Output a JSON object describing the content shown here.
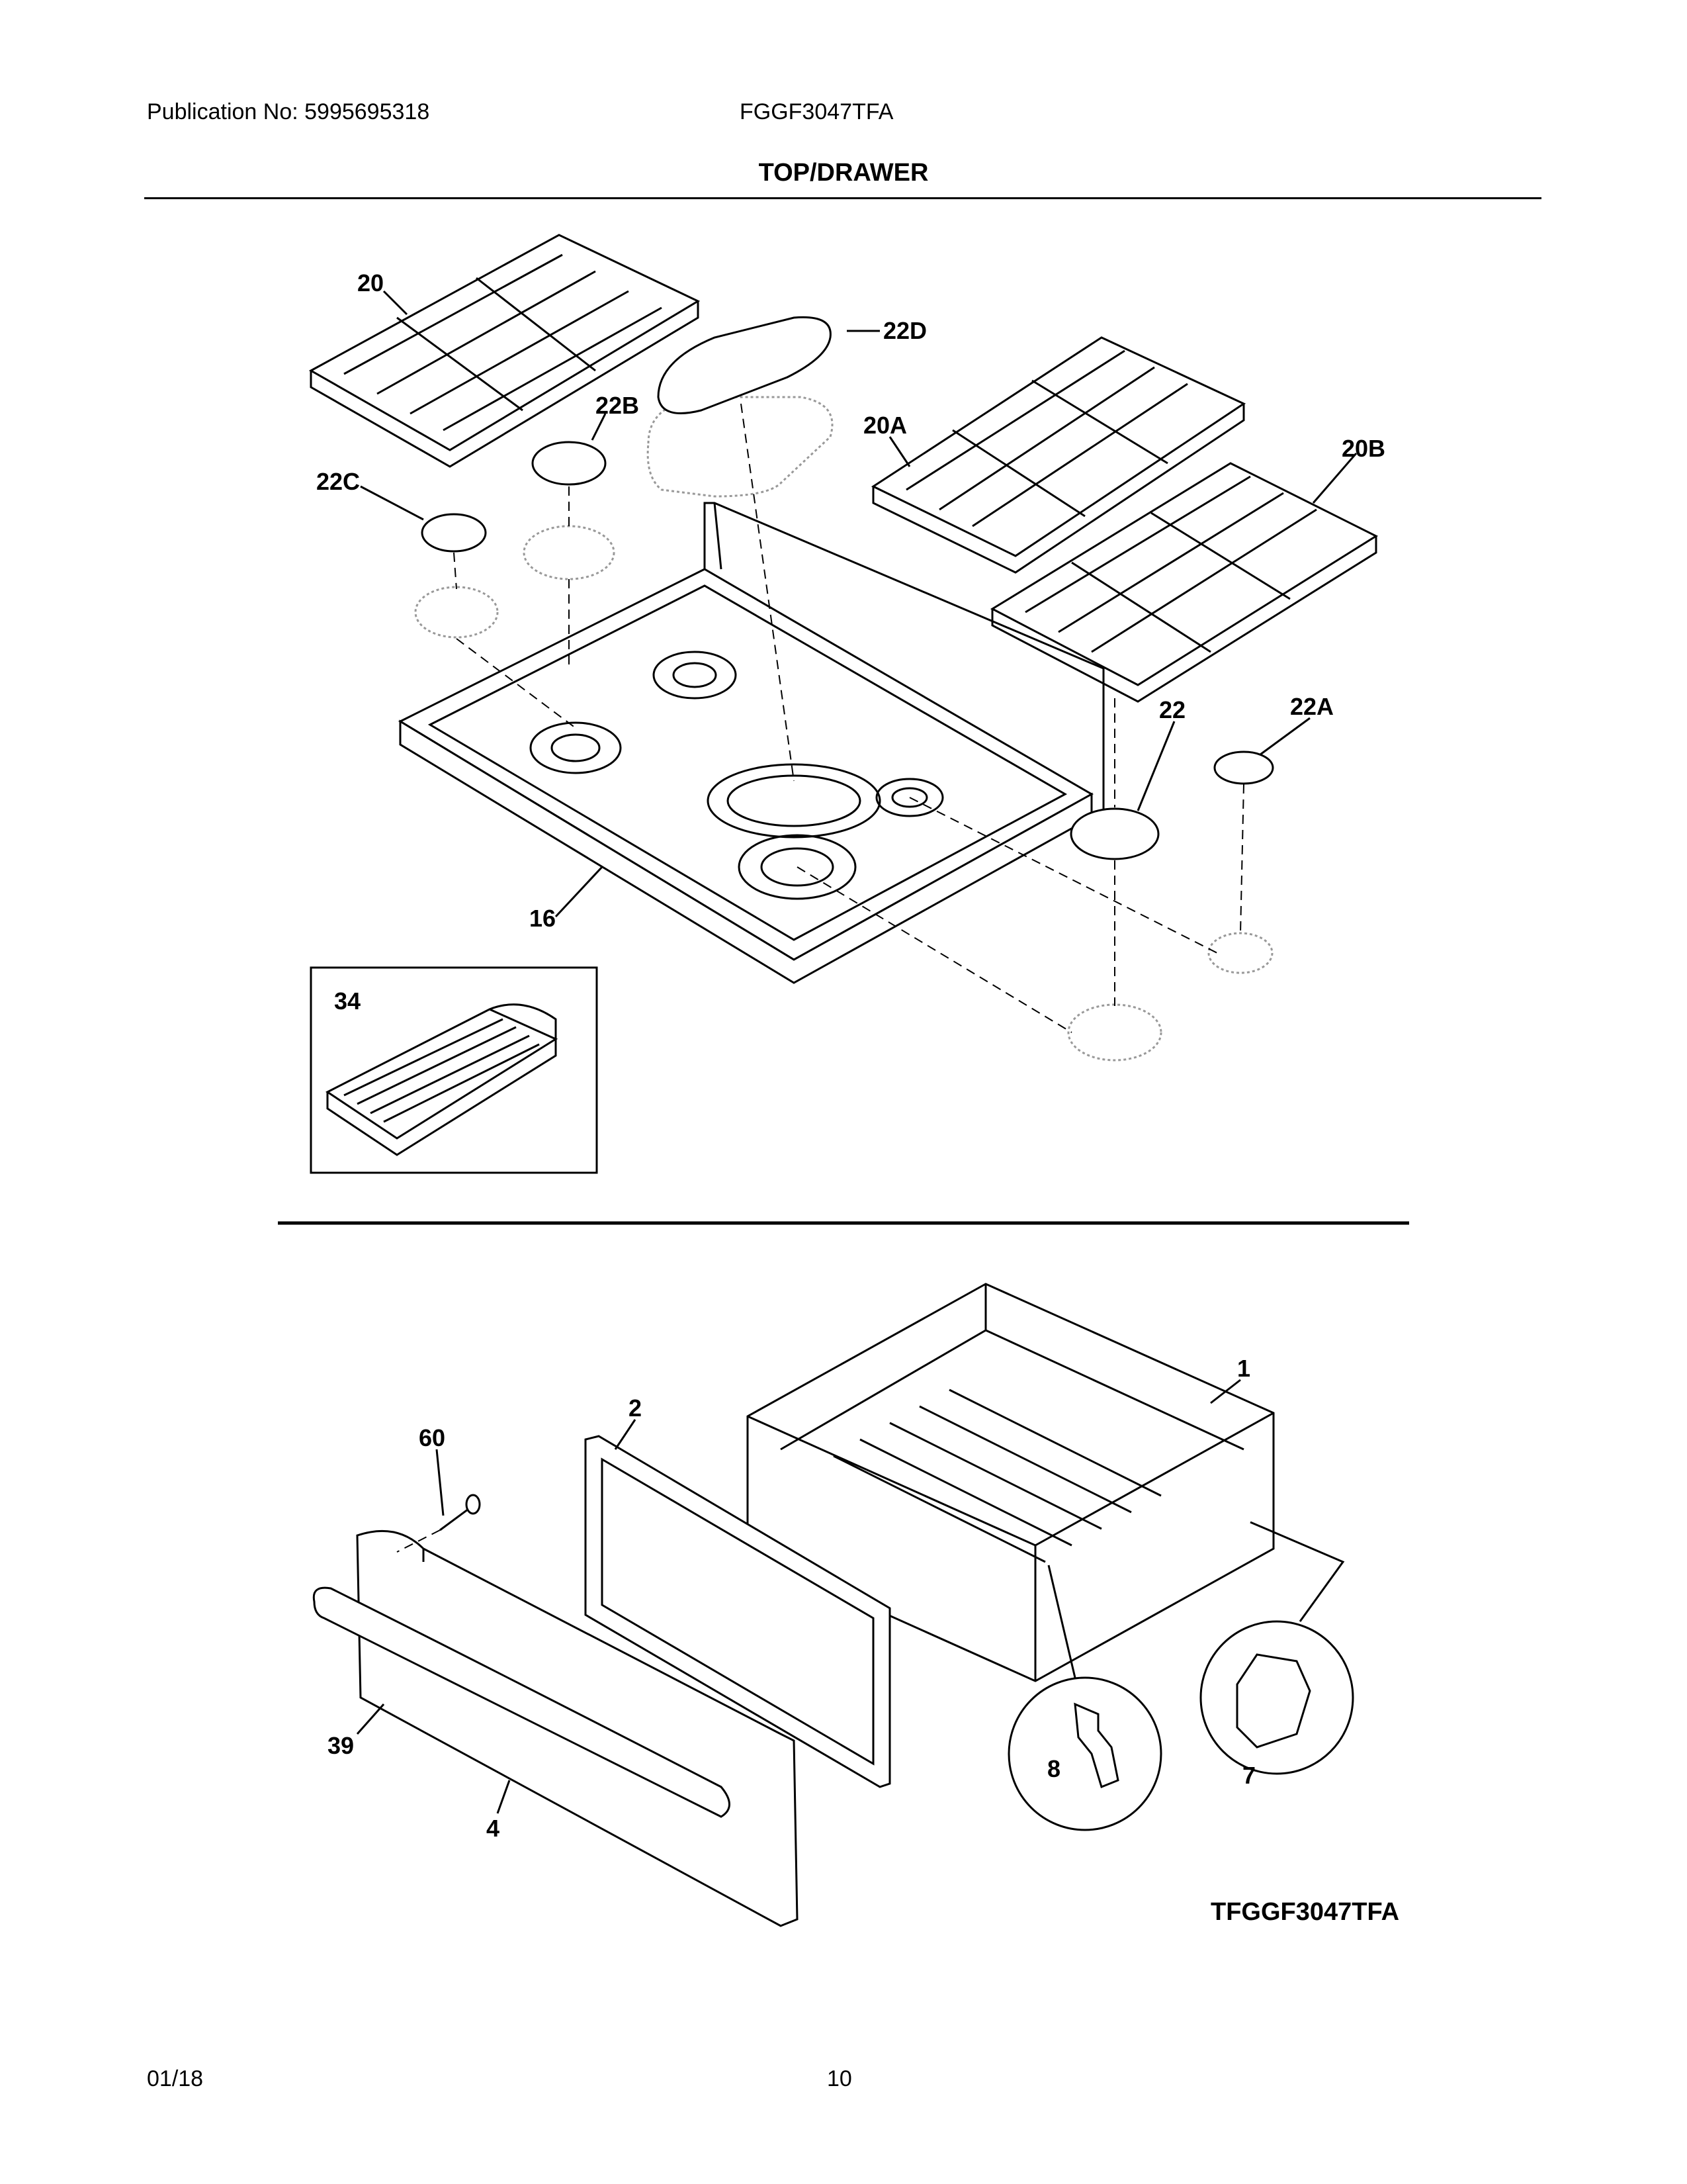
{
  "header": {
    "publication": "Publication No: 5995695318",
    "model": "FGGF3047TFA",
    "section_title": "TOP/DRAWER"
  },
  "callouts": {
    "grate_left": "20",
    "grate_middle": "20A",
    "grate_right": "20B",
    "cap_oval": "22D",
    "cap_rear_left": "22B",
    "cap_front_left": "22C",
    "cap_front_right": "22",
    "cap_rear_right": "22A",
    "cooktop": "16",
    "griddle": "34",
    "drawer_body": "1",
    "drawer_liner": "2",
    "screw": "60",
    "handle": "39",
    "drawer_front": "4",
    "clip": "8",
    "bracket": "7"
  },
  "diagram_code": "TFGGF3047TFA",
  "footer": {
    "date": "01/18",
    "page": "10"
  }
}
